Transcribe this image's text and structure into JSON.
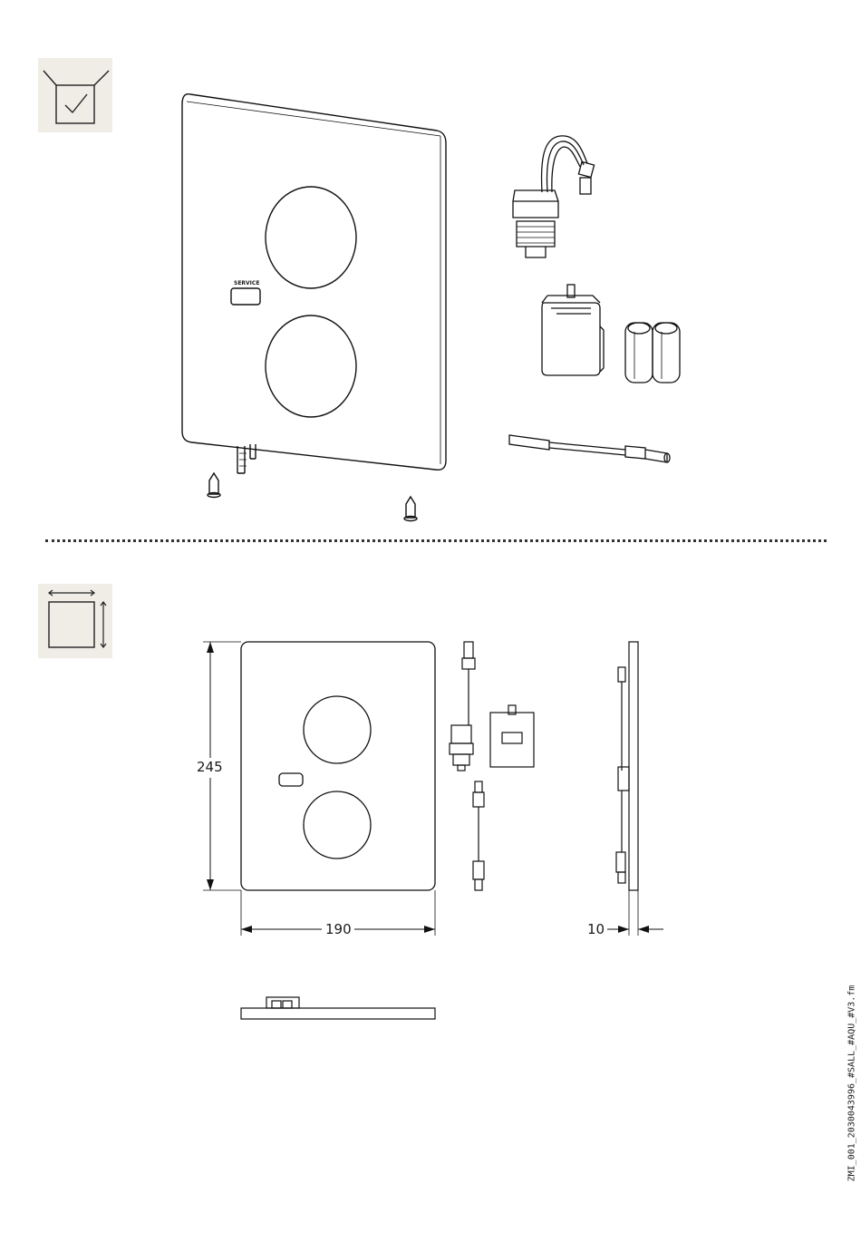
{
  "sections": {
    "contents": {
      "icon": "package-contents-icon"
    },
    "dimensions": {
      "icon": "dimensions-icon"
    }
  },
  "labels": {
    "service": "SERVICE"
  },
  "dimensions": {
    "height": "245",
    "width": "190",
    "depth": "10"
  },
  "document_id": "ZMI_001_2030043996_#SALL_#AQU_#V3.fm"
}
